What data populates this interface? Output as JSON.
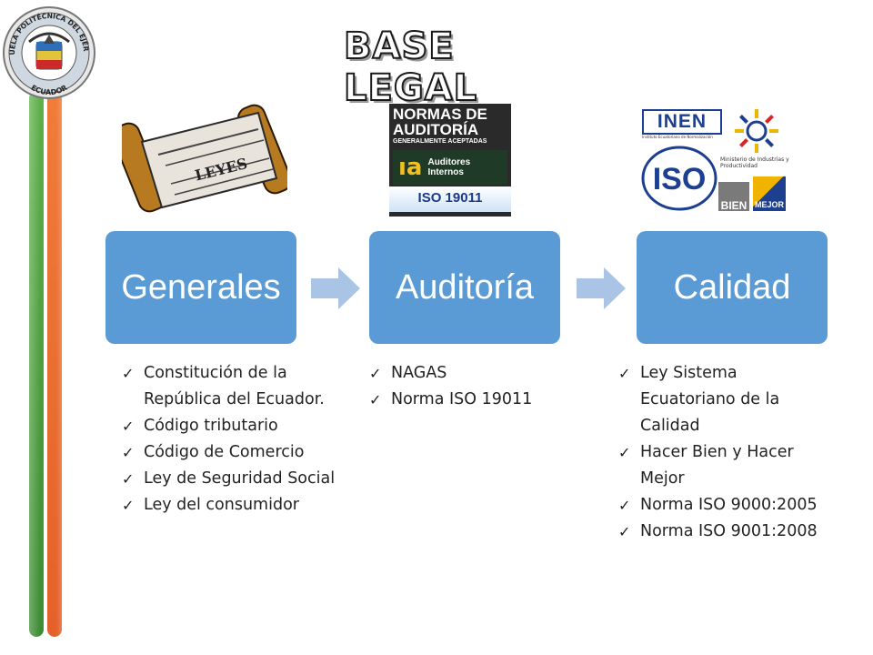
{
  "title": {
    "line1": "BASE",
    "line2": "LEGAL"
  },
  "seal": {
    "text_top": "ESCUELA POLITÉCNICA DEL EJÉRCITO",
    "text_bottom": "ECUADOR"
  },
  "logos": {
    "leyes_scroll": {
      "text": "LEYES"
    },
    "normas": {
      "line1": "NORMAS DE",
      "line2": "AUDITORÍA",
      "line3": "GENERALMENTE ACEPTADAS",
      "badge": "Auditores Internos",
      "iso": "ISO 19011"
    },
    "calidad": {
      "inen": "INEN",
      "inen_sub": "Instituto Ecuatoriano de Normalización",
      "iso": "ISO",
      "ministerio": "Ministerio de Industrias y Productividad",
      "bien": "BIEN",
      "mejor": "MEJOR"
    }
  },
  "process": [
    {
      "label": "Generales",
      "items": [
        "Constitución de la República  del Ecuador.",
        "Código tributario",
        "Código de Comercio",
        "Ley de Seguridad Social",
        "Ley del consumidor"
      ]
    },
    {
      "label": "Auditoría",
      "items": [
        "NAGAS",
        "Norma ISO 19011"
      ]
    },
    {
      "label": "Calidad",
      "items": [
        "Ley Sistema Ecuatoriano de la Calidad",
        "Hacer Bien y Hacer Mejor",
        "Norma ISO 9000:2005",
        "Norma ISO 9001:2008"
      ]
    }
  ],
  "colors": {
    "box": "#5b9bd5",
    "arrow": "#a9c4e4",
    "ribbon_green": "#4ea03e",
    "ribbon_orange": "#ea6a30"
  }
}
